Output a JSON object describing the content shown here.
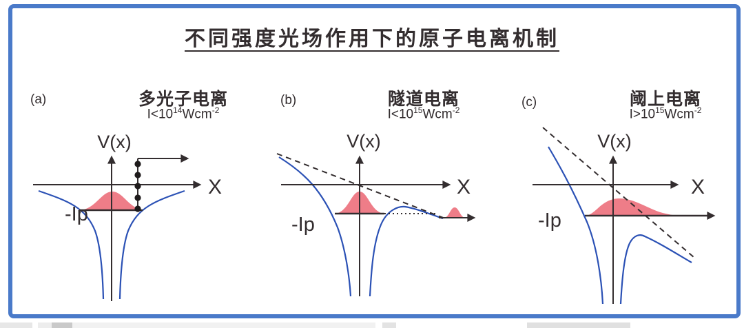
{
  "title": "不同强度光场作用下的原子电离机制",
  "panels": [
    {
      "letter": "(a)",
      "name": "多光子电离",
      "intensity": {
        "base": "I<10",
        "exp": "14",
        "unit": "Wcm",
        "unit_exp": "-2"
      },
      "v_label": "V(x)",
      "x_label": "X",
      "ip_label": "-Ip"
    },
    {
      "letter": "(b)",
      "name": "隧道电离",
      "intensity": {
        "base": "I<10",
        "exp": "15",
        "unit": "Wcm",
        "unit_exp": "-2"
      },
      "v_label": "V(x)",
      "x_label": "X",
      "ip_label": "-Ip"
    },
    {
      "letter": "(c)",
      "name": "阈上电离",
      "intensity": {
        "base": "I>10",
        "exp": "15",
        "unit": "Wcm",
        "unit_exp": "-2"
      },
      "v_label": "V(x)",
      "x_label": "X",
      "ip_label": "-Ip"
    }
  ],
  "colors": {
    "frame_blue": "#4a7ac9",
    "curve_blue": "#2b51b5",
    "packet_pink": "#ee7d88",
    "line_dark": "#332d2f"
  }
}
